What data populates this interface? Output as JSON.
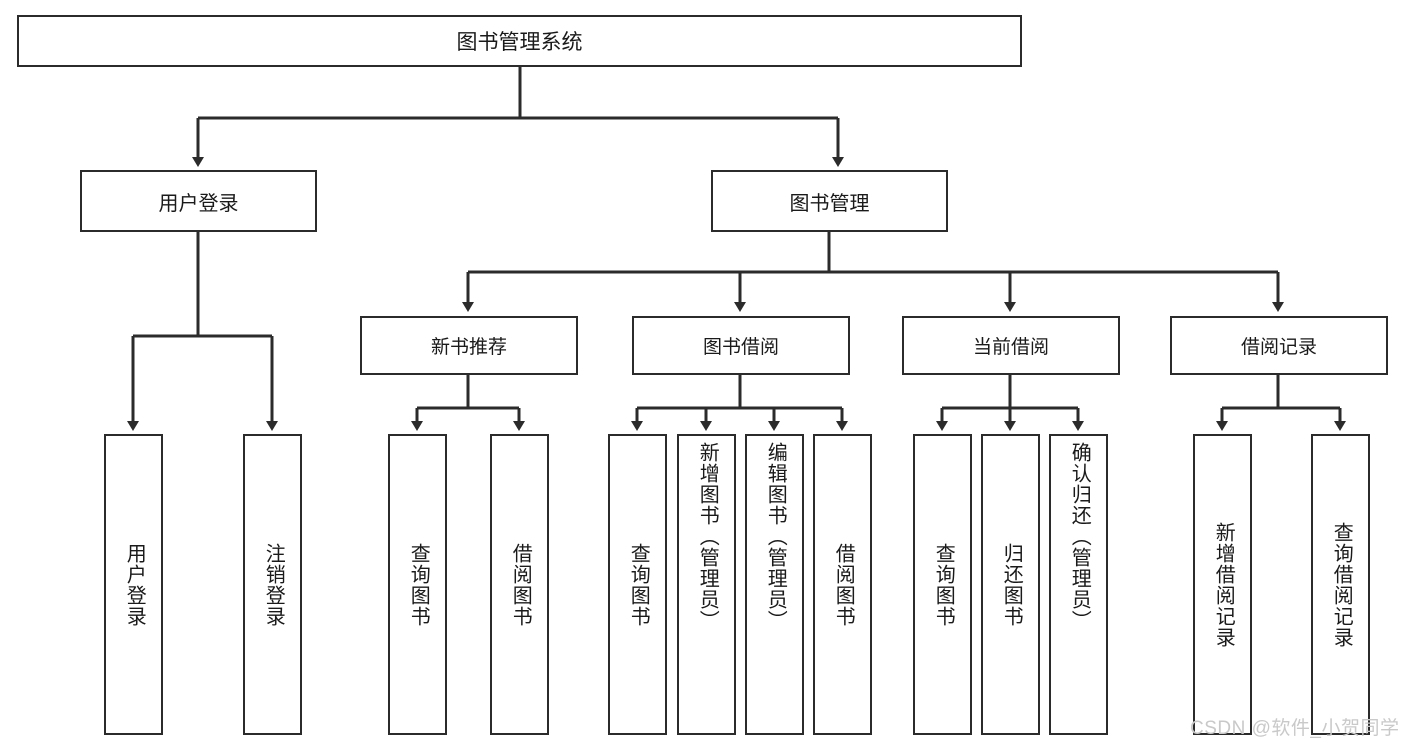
{
  "diagram": {
    "title": "图书管理系统",
    "type": "tree-hierarchy",
    "root": {
      "label": "图书管理系统"
    },
    "level1": [
      {
        "label": "用户登录"
      },
      {
        "label": "图书管理"
      }
    ],
    "level2": [
      {
        "label": "新书推荐"
      },
      {
        "label": "图书借阅"
      },
      {
        "label": "当前借阅"
      },
      {
        "label": "借阅记录"
      }
    ],
    "leaves": {
      "user_login": [
        {
          "label": "用户登录"
        },
        {
          "label": "注销登录"
        }
      ],
      "new_book_recommend": [
        {
          "label": "查询图书"
        },
        {
          "label": "借阅图书"
        }
      ],
      "book_borrow": [
        {
          "label": "查询图书"
        },
        {
          "label": "新增图书（管理员）"
        },
        {
          "label": "编辑图书（管理员）"
        },
        {
          "label": "借阅图书"
        }
      ],
      "current_borrow": [
        {
          "label": "查询图书"
        },
        {
          "label": "归还图书"
        },
        {
          "label": "确认归还（管理员）"
        }
      ],
      "borrow_record": [
        {
          "label": "新增借阅记录"
        },
        {
          "label": "查询借阅记录"
        }
      ]
    }
  },
  "watermark": {
    "text": "CSDN @软件_小贺同学"
  },
  "colors": {
    "stroke": "#2b2b2b",
    "box_fill": "#ffffff",
    "text": "#1a1a1a",
    "watermark": "#c9c9c9",
    "background": "#ffffff"
  }
}
